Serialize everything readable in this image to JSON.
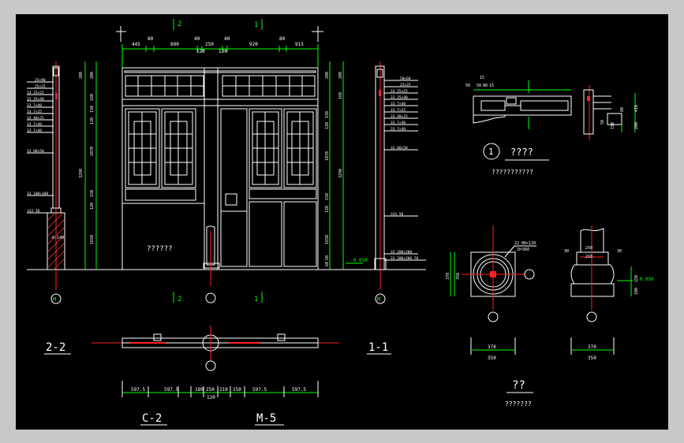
{
  "colors": {
    "background": "#000000",
    "lines": "#ffffff",
    "dimensions": "#00ff00",
    "axis": "#ff2020"
  },
  "labels": {
    "sec_2_2": "2-2",
    "sec_1_1": "1-1",
    "plan_c2": "C-2",
    "plan_m5": "M-5",
    "marker_2_top": "2",
    "marker_1_top": "1",
    "marker_2_bottom": "2",
    "marker_1_bottom": "1",
    "elev_note": "??????",
    "detail_num": "1",
    "detail_title": "????",
    "detail_sub": "???????????",
    "base_title": "??",
    "base_sub": "???????",
    "axis_left": "M",
    "axis_right": "M",
    "level_main": "-0.050",
    "level_base": "-0.050",
    "base_leader_1": "22 00×120",
    "base_leader_2": "D=360",
    "hatch_label": "-0.140"
  },
  "dims_top": [
    "445",
    "80",
    "890",
    "40",
    "250",
    "40",
    "920",
    "80",
    "915"
  ],
  "dims_top_sub": [
    "120",
    "120"
  ],
  "dims_bottom": [
    "597.5",
    "597.5",
    "180",
    "250",
    "210",
    "150",
    "597.5",
    "597.5"
  ],
  "dims_bottom_sub": "120",
  "dims_left_vertical": [
    "200",
    "200",
    "150",
    "160",
    "120",
    "1070",
    "3290",
    "150",
    "120",
    "1650"
  ],
  "dims_right_vertical": [
    "200",
    "200",
    "150",
    "160",
    "120",
    "1070",
    "3290",
    "150",
    "120",
    "1650",
    "60",
    "60"
  ],
  "detail_dims": [
    "15",
    "50",
    "50",
    "80",
    "15"
  ],
  "detail_right_dims": [
    "410",
    "200",
    "150",
    "80",
    "50"
  ],
  "base_dims": [
    "370",
    "350",
    "370",
    "350"
  ],
  "base_side_dims": [
    "30",
    "250",
    "30",
    "210",
    "150",
    "100"
  ],
  "left_labels": [
    "25×90",
    "25×25",
    "33 25×25",
    "33 25×40",
    "33 7×40",
    "33 7×25",
    "33 40×25",
    "33 7×40",
    "33 7×40",
    "33 80×50",
    "33 100×100",
    "333 50"
  ],
  "right_labels": [
    "50×60",
    "25×25",
    "33 25×25",
    "33 25×40",
    "33 7×40",
    "33 7×25",
    "33 40×25",
    "33 7×40",
    "33 7×40",
    "33 80×50",
    "333 50",
    "33 200×200",
    "33 200×200 70"
  ]
}
